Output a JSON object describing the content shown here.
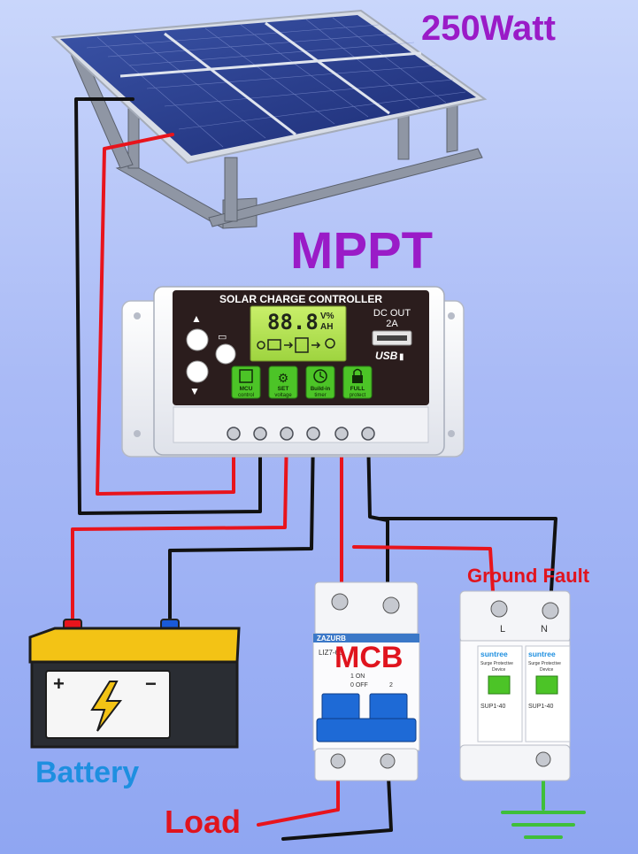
{
  "labels": {
    "panel_power": "250Watt",
    "controller_type": "MPPT",
    "battery": "Battery",
    "load": "Load",
    "breaker": "MCB",
    "surge": "Ground Fault"
  },
  "controller": {
    "title": "SOLAR CHARGE CONTROLLER",
    "lcd_digits": "88.8",
    "lcd_units_top": "V%",
    "lcd_units_bottom": "AH",
    "dc_out": "DC OUT",
    "dc_out_amps": "2A",
    "usb": "USB",
    "buttons": [
      {
        "line1": "MCU",
        "line2": "control"
      },
      {
        "line1": "SET",
        "line2": "voltage"
      },
      {
        "line1": "Build-in",
        "line2": "timer"
      },
      {
        "line1": "FULL",
        "line2": "protect"
      }
    ]
  },
  "breaker": {
    "brand": "ZAZURB",
    "model": "LIZ7-63",
    "text_lines": [
      "1 ON",
      "0 OFF",
      "2"
    ]
  },
  "spd": {
    "brand": "suntree",
    "subtitle_1": "Surge Protective",
    "subtitle_2": "Device",
    "model": "SUP1-40",
    "terminal_l": "L",
    "terminal_n": "N"
  },
  "battery_terminals": {
    "pos": "+",
    "neg": "−"
  },
  "colors": {
    "title_purple": "#9a1bc7",
    "battery_blue": "#1e8fe0",
    "wire_red": "#e8141c",
    "wire_black": "#111111",
    "lcd_green": "#b6e255",
    "button_green": "#4cc427",
    "battery_yellow": "#f3c315",
    "ground_green": "#3fbf3a"
  }
}
